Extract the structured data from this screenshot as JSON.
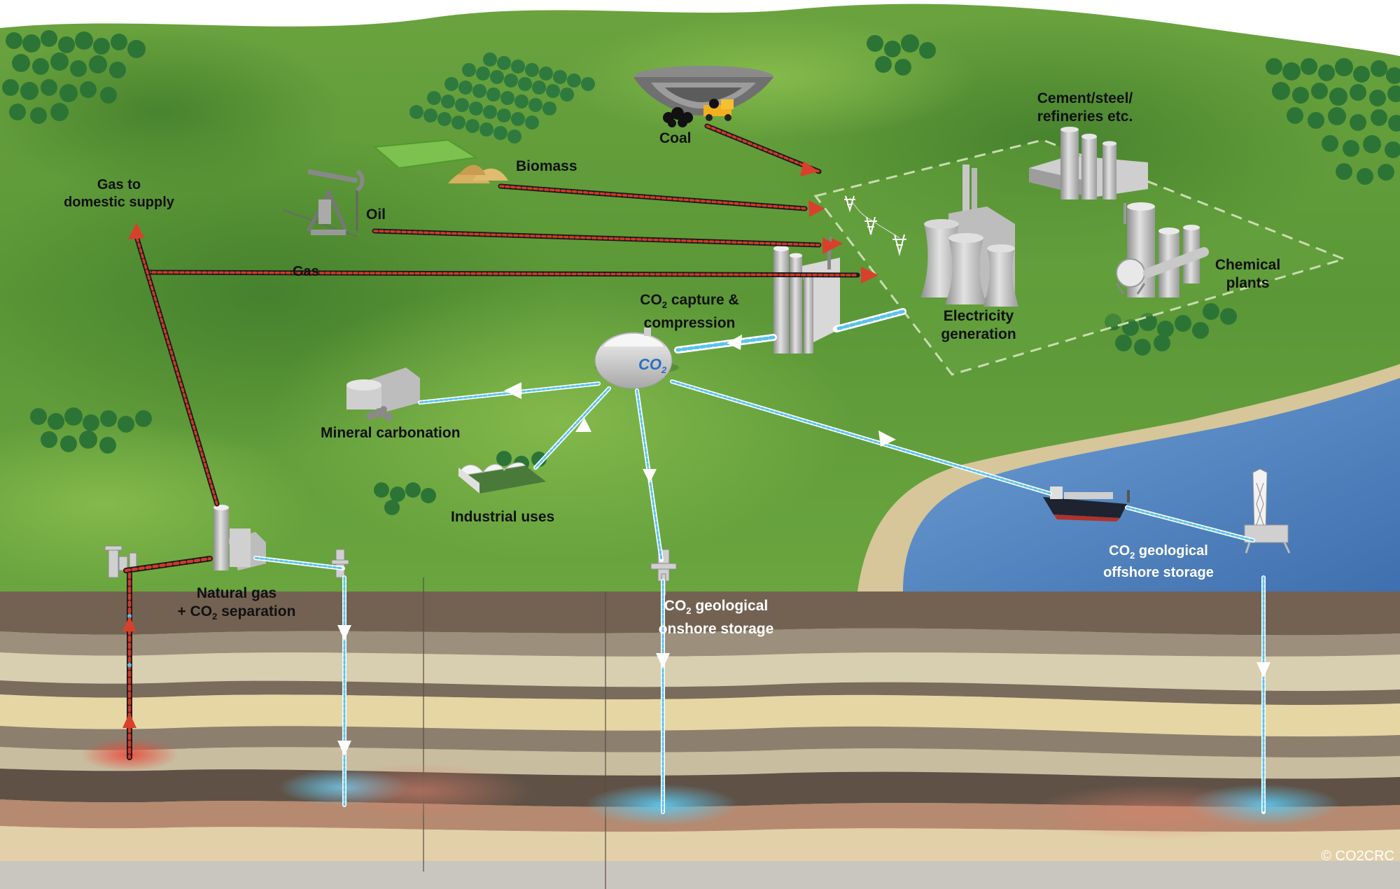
{
  "labels": {
    "gas_to_domestic_line1": "Gas to",
    "gas_to_domestic_line2": "domestic supply",
    "biomass": "Biomass",
    "coal": "Coal",
    "oil": "Oil",
    "gas": "Gas",
    "cement_line1": "Cement/steel/",
    "cement_line2": "refineries etc.",
    "chemical_line1": "Chemical",
    "chemical_line2": "plants",
    "electricity_line1": "Electricity",
    "electricity_line2": "generation",
    "capture_co": "CO",
    "capture_sub": "2",
    "capture_rest": " capture &",
    "capture_line2": "compression",
    "tank_co": "CO",
    "tank_sub": "2",
    "mineral_carbonation": "Mineral carbonation",
    "industrial_uses": "Industrial uses",
    "natural_gas_line1": "Natural gas",
    "natural_gas_pre": "+ CO",
    "natural_gas_sub": "2",
    "natural_gas_rest": " separation",
    "onshore_co": "CO",
    "onshore_sub": "2",
    "onshore_rest": " geological",
    "onshore_line2": "onshore storage",
    "offshore_co": "CO",
    "offshore_sub": "2",
    "offshore_rest": " geological",
    "offshore_line2": "offshore storage",
    "copyright": "© CO2CRC"
  },
  "colors": {
    "grass": "#5f9a3a",
    "grass_light": "#7cb04a",
    "grass_dark": "#3f7a2a",
    "sea": "#4a7fbf",
    "sand": "#d9c9a0",
    "soil_dark": "#6b5a4a",
    "soil_light": "#d8ccaa",
    "co2_pipe": "#5bc3ea",
    "gas_pipe": "#c83a2a",
    "tree": "#2d7a3a"
  }
}
